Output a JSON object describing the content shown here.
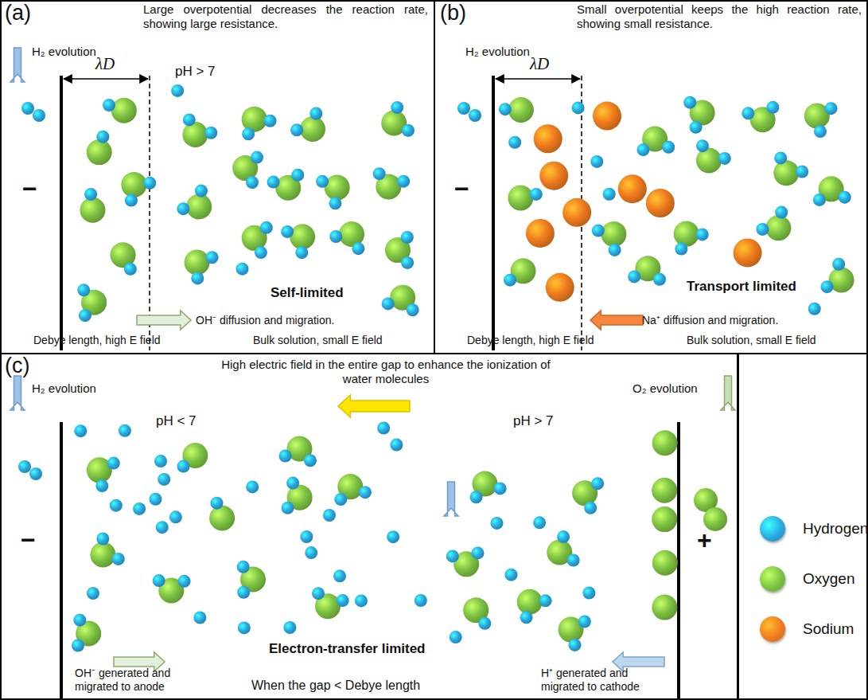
{
  "diagram": {
    "nodes": [
      {
        "text": [
          "(a)",
          "Large overpotential decreases the reaction rate, showing large resistance.",
          "H₂ evolution",
          "λD",
          "pH > 7",
          "−",
          "Self-limited",
          "OH⁻ diffusion and migration.",
          "Debye length, high E field",
          "Bulk solution, small E field"
        ]
      },
      {
        "text": [
          "(b)",
          "Small overpotential keeps  the high reaction rate, showing small resistance.",
          "H₂ evolution",
          "λD",
          "−",
          "Transport limited",
          "Na⁺ diffusion and migration.",
          "Debye length, high E field",
          "Bulk solution, small E field"
        ]
      },
      {
        "text": [
          "(c)",
          "High electric field in the entire gap to enhance the ionization of water molecules",
          "H₂ evolution",
          "O₂ evolution",
          "pH < 7",
          "pH > 7",
          "−",
          "+",
          "Electron-transfer limited",
          "OH⁻ generated and migrated to anode",
          "H⁺ generated and migrated to cathode",
          "When the gap < Debye length"
        ]
      }
    ],
    "legend": [
      {
        "text": "Hydrogen",
        "color": "#29a8e0"
      },
      {
        "text": "Oxygen",
        "color": "#7dc242"
      },
      {
        "text": "Sodium",
        "color": "#f07b1e"
      }
    ]
  }
}
